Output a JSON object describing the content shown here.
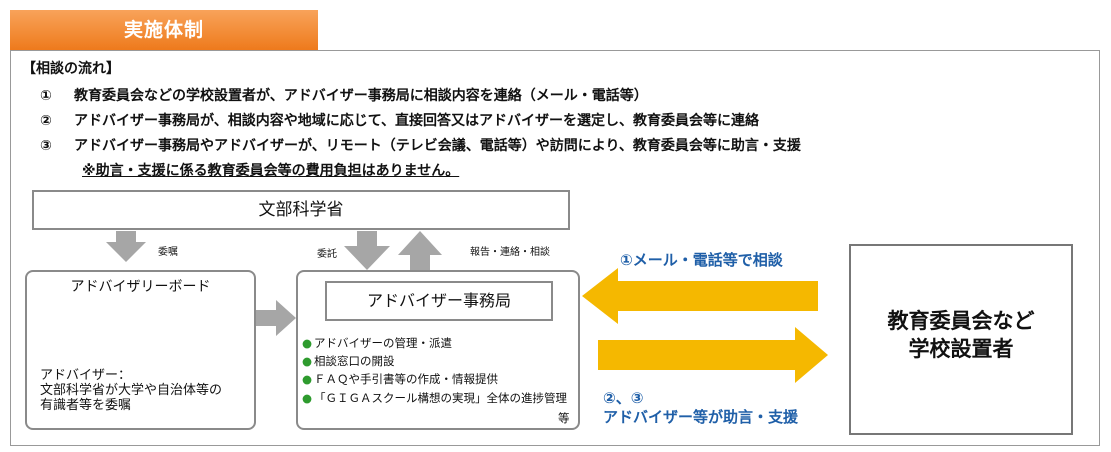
{
  "title": "実施体制",
  "flow": {
    "heading": "【相談の流れ】",
    "steps": [
      {
        "num": "①",
        "text": "教育委員会などの学校設置者が、アドバイザー事務局に相談内容を連絡（メール・電話等）"
      },
      {
        "num": "②",
        "text": "アドバイザー事務局が、相談内容や地域に応じて、直接回答又はアドバイザーを選定し、教育委員会等に連絡"
      },
      {
        "num": "③",
        "text": "アドバイザー事務局やアドバイザーが、リモート（テレビ会議、電話等）や訪問により、教育委員会等に助言・支援"
      }
    ],
    "note": "※助言・支援に係る教育委員会等の費用負担はありません。"
  },
  "diagram": {
    "mext": "文部科学省",
    "label_commission": "委嘱",
    "label_entrust": "委託",
    "label_report": "報告・連絡・相談",
    "board": {
      "title": "アドバイザリーボード",
      "desc_line1": "アドバイザー：",
      "desc_line2": "文部科学省が大学や自治体等の",
      "desc_line3": "有識者等を委嘱"
    },
    "secretariat": {
      "title": "アドバイザー事務局",
      "tasks": [
        "アドバイザーの管理・派遣",
        "相談窓口の開設",
        "ＦＡＱや手引書等の作成・情報提供",
        "「ＧＩＧＡスクール構想の実現」全体の進捗管理"
      ],
      "tasks_etc": "等"
    },
    "client_line1": "教育委員会など",
    "client_line2": "学校設置者",
    "arrow_consult_label": "①メール・電話等で相談",
    "arrow_support_label1": "②、③",
    "arrow_support_label2": "アドバイザー等が助言・支援",
    "colors": {
      "orange": "#ee7a1c",
      "yellow_arrow": "#f5b800",
      "gray_arrow": "#a6a6a6",
      "blue_text": "#1f5fa8",
      "green_bullet": "#2e9b2e"
    }
  }
}
